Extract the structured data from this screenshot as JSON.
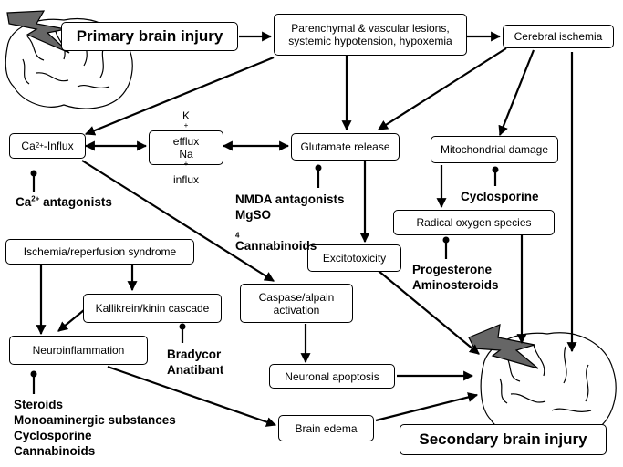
{
  "nodes": {
    "primary": "Primary brain injury",
    "lesions": [
      "Parenchymal & vascular lesions,",
      "systemic hypotension, hypoxemia"
    ],
    "ischemia": "Cerebral ischemia",
    "ca_influx": {
      "pre": "Ca",
      "sup": "2+",
      "post": "-Influx"
    },
    "k_efflux": {
      "k": "K",
      "k_sup": "+",
      "k_post": " efflux",
      "na": "Na",
      "na_sup": "+",
      "na_post": " influx"
    },
    "glutamate": "Glutamate release",
    "mito": "Mitochondrial damage",
    "ros": "Radical oxygen species",
    "excito": "Excitotoxicity",
    "isch_reperf": "Ischemia/reperfusion syndrome",
    "kallikrein": "Kallikrein/kinin cascade",
    "caspase": [
      "Caspase/alpain",
      "activation"
    ],
    "neuroinflam": "Neuroinflammation",
    "apoptosis": "Neuronal apoptosis",
    "edema": "Brain edema",
    "secondary": "Secondary brain injury"
  },
  "drugs": {
    "ca_antagonists": {
      "pre": "Ca",
      "sup": "2+",
      "post": " antagonists"
    },
    "nmda": {
      "line1": "NMDA antagonists",
      "mg_pre": "MgSO",
      "mg_sub": "4",
      "line3": "Cannabinoids"
    },
    "cyclosporine": "Cyclosporine",
    "progesterone": [
      "Progesterone",
      "Aminosteroids"
    ],
    "bradycor": [
      "Bradycor",
      "Anatibant"
    ],
    "steroids": [
      "Steroids",
      "Monoaminergic substances",
      "Cyclosporine",
      "Cannabinoids"
    ]
  },
  "icons": [
    "lightning-bolt-icon",
    "brain-icon"
  ]
}
